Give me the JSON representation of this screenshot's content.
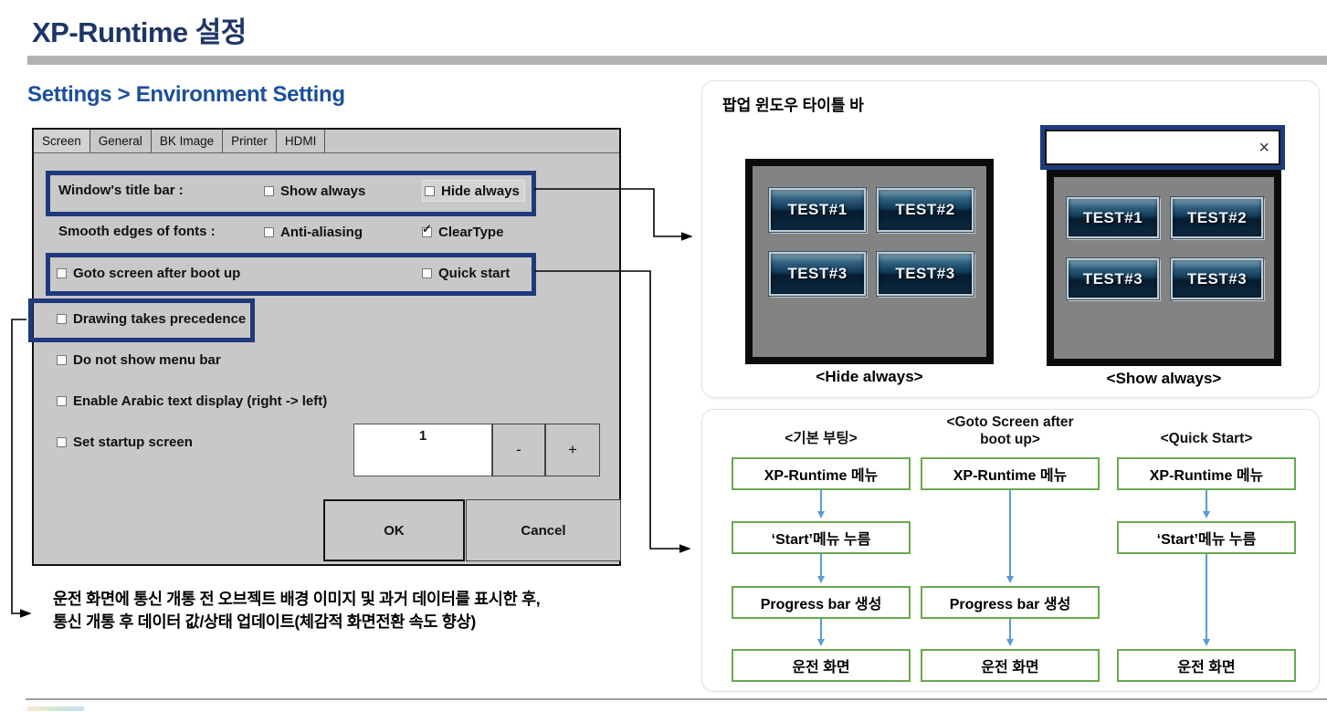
{
  "page": {
    "title": "XP-Runtime 설정",
    "section_heading": "Settings > Environment Setting"
  },
  "dialog": {
    "tabs": [
      {
        "label": "Screen"
      },
      {
        "label": "General"
      },
      {
        "label": "BK Image"
      },
      {
        "label": "Printer"
      },
      {
        "label": "HDMI"
      }
    ],
    "active_tab": "Screen",
    "window_title_bar_label": "Window's title bar :",
    "show_always": "Show always",
    "hide_always": "Hide always",
    "smooth_edges_label": "Smooth edges of fonts :",
    "anti_aliasing": "Anti-aliasing",
    "cleartype": "ClearType",
    "goto_screen": "Goto screen after boot up",
    "quick_start": "Quick start",
    "drawing_precedence": "Drawing takes precedence",
    "no_menu_bar": "Do not show menu bar",
    "arabic_text": "Enable Arabic text display (right -> left)",
    "set_startup": "Set startup screen",
    "startup_value": "1",
    "minus": "-",
    "plus": "+",
    "ok": "OK",
    "cancel": "Cancel"
  },
  "popup_panel": {
    "heading": "팝업 윈도우 타이틀 바",
    "close_glyph": "×",
    "buttons": [
      "TEST#1",
      "TEST#2",
      "TEST#3",
      "TEST#3"
    ],
    "hide_caption": "<Hide always>",
    "show_caption": "<Show always>"
  },
  "boot_panel": {
    "columns": [
      {
        "header": "<기본 부팅>",
        "steps": [
          "XP-Runtime 메뉴",
          "‘Start’메뉴 누름",
          "Progress bar 생성",
          "운전 화면"
        ]
      },
      {
        "header": "<Goto Screen after boot up>",
        "steps": [
          "XP-Runtime 메뉴",
          "Progress bar 생성",
          "운전 화면"
        ]
      },
      {
        "header": "<Quick Start>",
        "steps": [
          "XP-Runtime 메뉴",
          "‘Start’메뉴 누름",
          "운전 화면"
        ]
      }
    ]
  },
  "note": {
    "line1": "운전 화면에 통신 개통 전 오브젝트 배경 이미지 및 과거 데이터를 표시한 후,",
    "line2": "통신 개통 후 데이터 값/상태 업데이트(체감적 화면전환 속도 향상)"
  },
  "colors": {
    "title_navy": "#1e3566",
    "heading_blue": "#1b4f9c",
    "highlight_navy": "#1e3a7c",
    "flow_green": "#67a94e",
    "arrow_blue": "#5b9bd5"
  }
}
